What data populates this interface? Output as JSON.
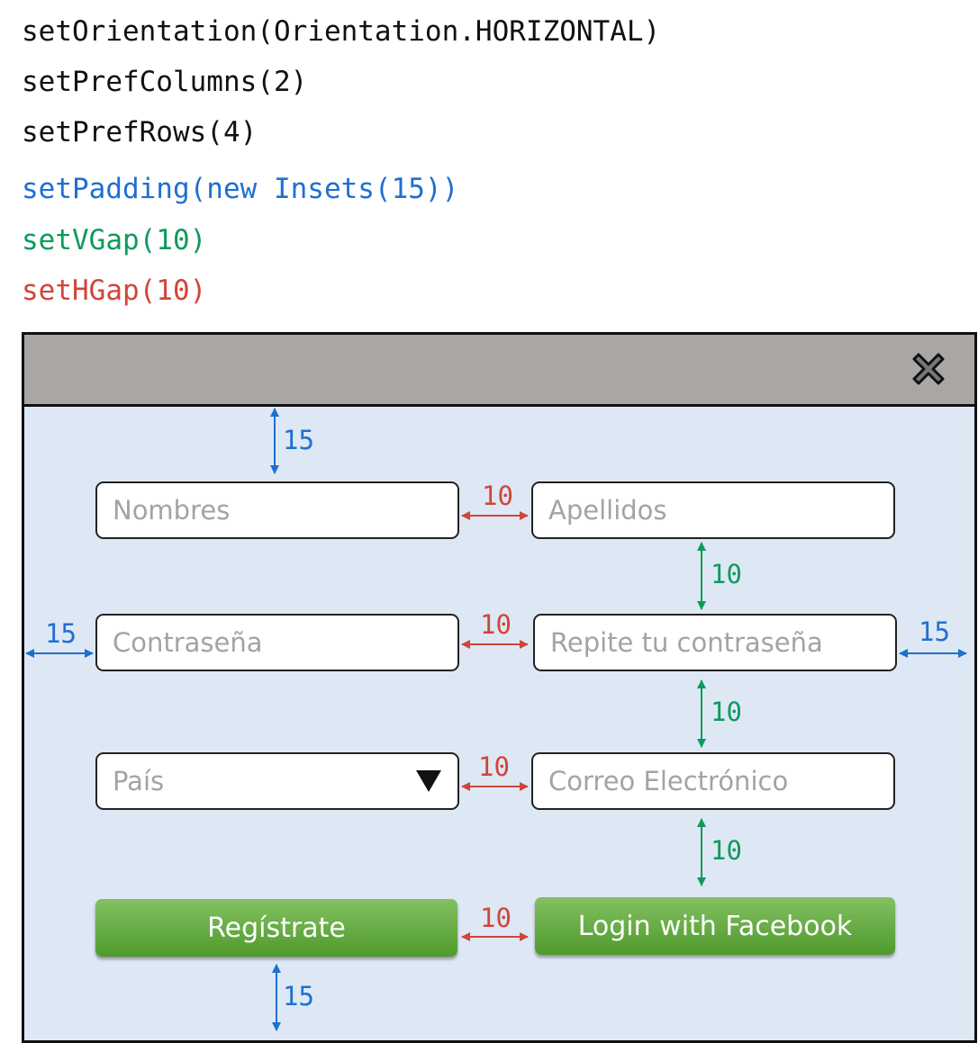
{
  "code_lines": [
    {
      "text": "setOrientation(Orientation.HORIZONTAL)",
      "color": "#111111"
    },
    {
      "text": "setPrefColumns(2)",
      "color": "#111111"
    },
    {
      "text": "setPrefRows(4)",
      "color": "#111111"
    },
    {
      "text": "setPadding(new Insets(15))",
      "color": "#1f6fd1"
    },
    {
      "text": "setVGap(10)",
      "color": "#0f9a5c"
    },
    {
      "text": "setHGap(10)",
      "color": "#d0453a"
    }
  ],
  "window": {
    "close_icon": "close-icon"
  },
  "form": {
    "nombres_placeholder": "Nombres",
    "apellidos_placeholder": "Apellidos",
    "contrasena_placeholder": "Contraseña",
    "repite_placeholder": "Repite tu contraseña",
    "pais_placeholder": "País",
    "correo_placeholder": "Correo Electrónico",
    "register_label": "Regístrate",
    "facebook_label": "Login with Facebook"
  },
  "measurements": {
    "padding": "15",
    "vgap": "10",
    "hgap": "10"
  },
  "colors": {
    "padding": "#1f6fd1",
    "vgap": "#0f9a5c",
    "hgap": "#d0453a",
    "button_green": "#5fa73a",
    "panel_bg": "#dde8f4",
    "titlebar_bg": "#aaa6a4"
  }
}
